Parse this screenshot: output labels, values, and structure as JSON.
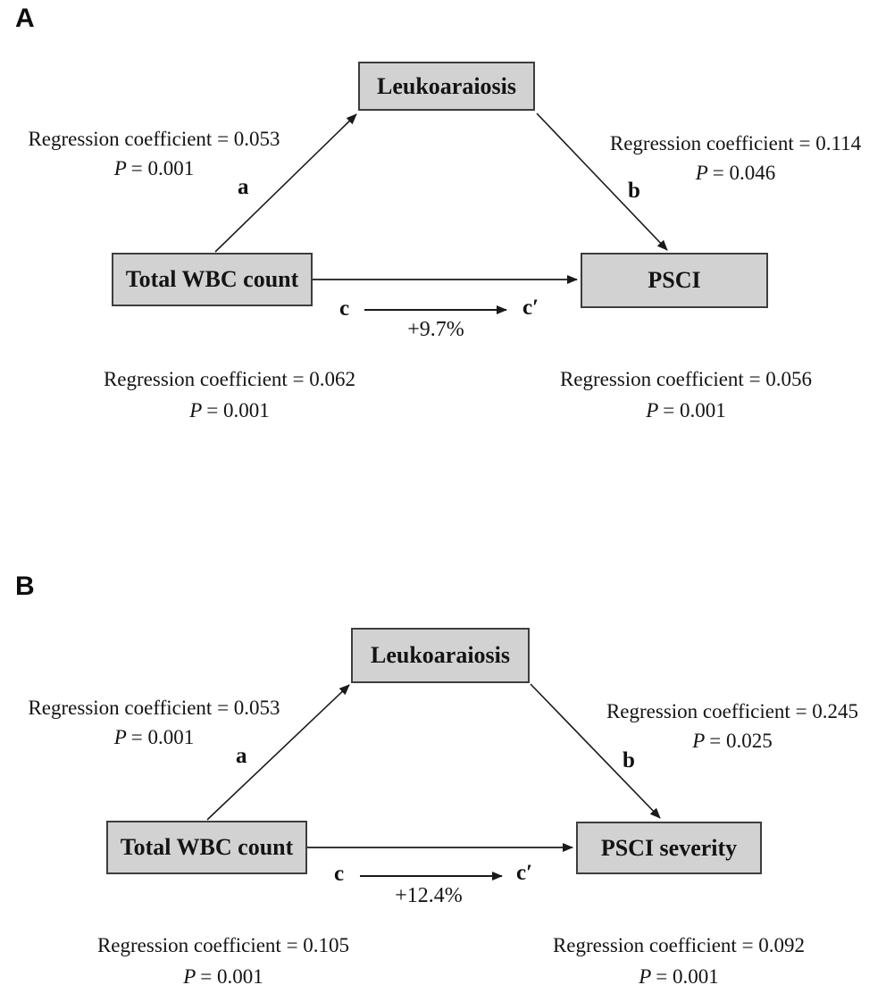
{
  "figure": {
    "panels": [
      {
        "label": "A",
        "mediator": "Leukoaraiosis",
        "predictor": "Total WBC count",
        "outcome": "PSCI",
        "path_a": {
          "tag": "a",
          "coef": "Regression coefficient = 0.053",
          "p_label": "P",
          "p_rest": "= 0.001"
        },
        "path_b": {
          "tag": "b",
          "coef": "Regression coefficient = 0.114",
          "p_label": "P",
          "p_rest": "= 0.046"
        },
        "path_c": {
          "tag": "c",
          "tag_prime": "c′",
          "change": "+9.7%"
        },
        "total_effect": {
          "coef": "Regression coefficient = 0.062",
          "p_label": "P",
          "p_rest": "= 0.001"
        },
        "direct_effect": {
          "coef": "Regression coefficient = 0.056",
          "p_label": "P",
          "p_rest": "= 0.001"
        }
      },
      {
        "label": "B",
        "mediator": "Leukoaraiosis",
        "predictor": "Total WBC count",
        "outcome": "PSCI severity",
        "path_a": {
          "tag": "a",
          "coef": "Regression coefficient = 0.053",
          "p_label": "P",
          "p_rest": "= 0.001"
        },
        "path_b": {
          "tag": "b",
          "coef": "Regression coefficient = 0.245",
          "p_label": "P",
          "p_rest": "= 0.025"
        },
        "path_c": {
          "tag": "c",
          "tag_prime": "c′",
          "change": "+12.4%"
        },
        "total_effect": {
          "coef": "Regression coefficient = 0.105",
          "p_label": "P",
          "p_rest": "= 0.001"
        },
        "direct_effect": {
          "coef": "Regression coefficient = 0.092",
          "p_label": "P",
          "p_rest": "= 0.001"
        }
      }
    ],
    "colors": {
      "node_fill": "#d2d2d2",
      "node_border": "#3d3d3d",
      "line": "#1a1a1a"
    }
  }
}
